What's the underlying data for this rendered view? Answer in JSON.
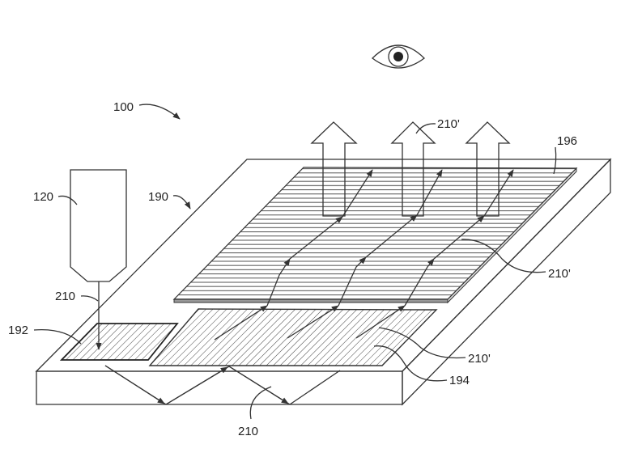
{
  "figure": {
    "labels": {
      "system": "100",
      "waveguide": "190",
      "source": "120",
      "input_light": "210",
      "in_coupler": "192",
      "output_light_top": "210'",
      "out_coupler": "196",
      "output_light_right": "210'",
      "output_light_mid": "210'",
      "expander": "194",
      "guided_light": "210"
    },
    "colors": {
      "line": "#333333",
      "background": "#ffffff"
    }
  }
}
